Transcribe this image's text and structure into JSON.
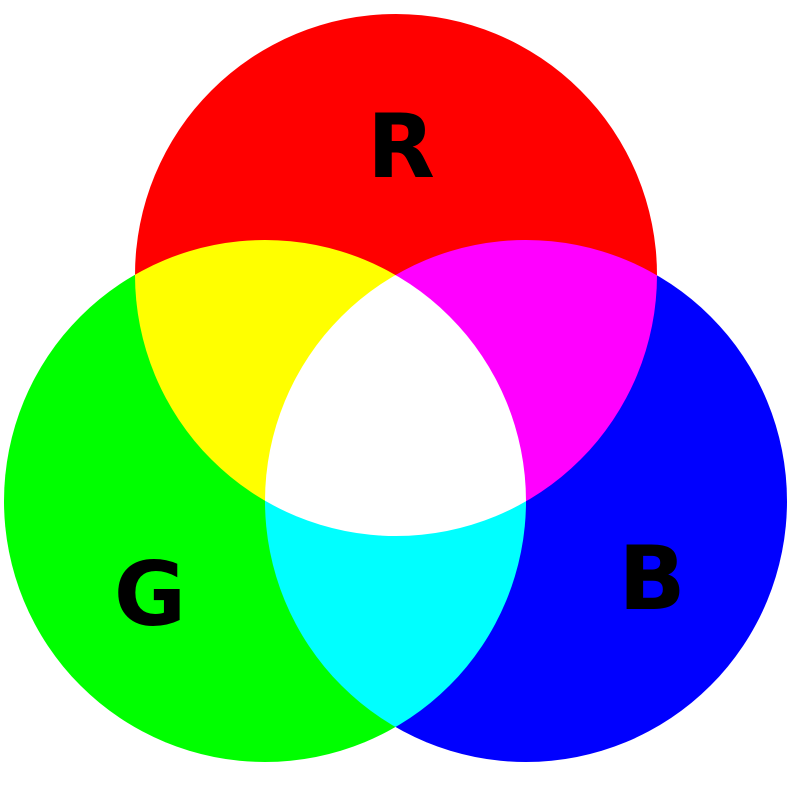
{
  "diagram": {
    "circles": [
      {
        "label": "R",
        "color": "#ff0000"
      },
      {
        "label": "G",
        "color": "#00ff00"
      },
      {
        "label": "B",
        "color": "#0000ff"
      }
    ],
    "overlap_colors": {
      "red_green": "#ffff00",
      "red_blue": "#ff00ff",
      "green_blue": "#00ffff",
      "all": "#ffffff"
    }
  }
}
